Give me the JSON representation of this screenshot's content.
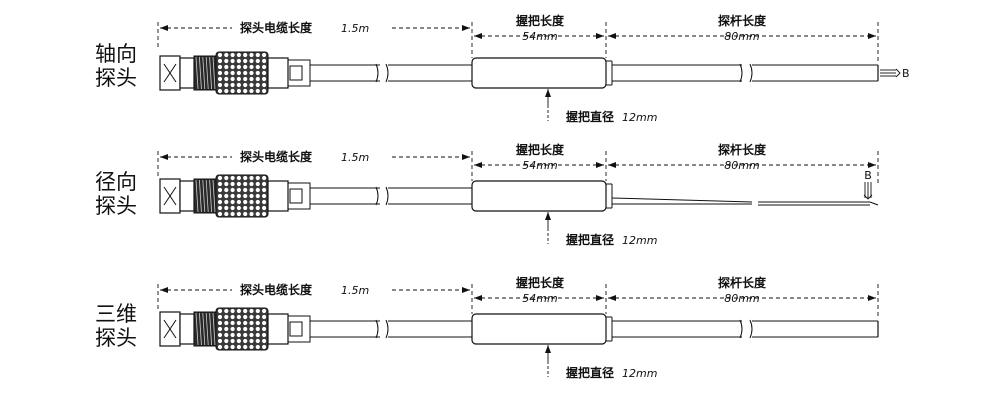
{
  "rows": [
    {
      "label_line1": "轴向",
      "label_line2": "探头",
      "cable_label": "探头电缆长度",
      "cable_value": "1.5m",
      "grip_label": "握把长度",
      "grip_value": "54mm",
      "rod_label": "探杆长度",
      "rod_value": "80mm",
      "diameter_label": "握把直径",
      "diameter_value": "12mm",
      "direction_marker": "B",
      "probe_type": "axial"
    },
    {
      "label_line1": "径向",
      "label_line2": "探头",
      "cable_label": "探头电缆长度",
      "cable_value": "1.5m",
      "grip_label": "握把长度",
      "grip_value": "54mm",
      "rod_label": "探杆长度",
      "rod_value": "80mm",
      "diameter_label": "握把直径",
      "diameter_value": "12mm",
      "direction_marker": "B",
      "probe_type": "radial"
    },
    {
      "label_line1": "三维",
      "label_line2": "探头",
      "cable_label": "探头电缆长度",
      "cable_value": "1.5m",
      "grip_label": "握把长度",
      "grip_value": "54mm",
      "rod_label": "探杆长度",
      "rod_value": "80mm",
      "diameter_label": "握把直径",
      "diameter_value": "12mm",
      "direction_marker": "",
      "probe_type": "3d"
    }
  ]
}
